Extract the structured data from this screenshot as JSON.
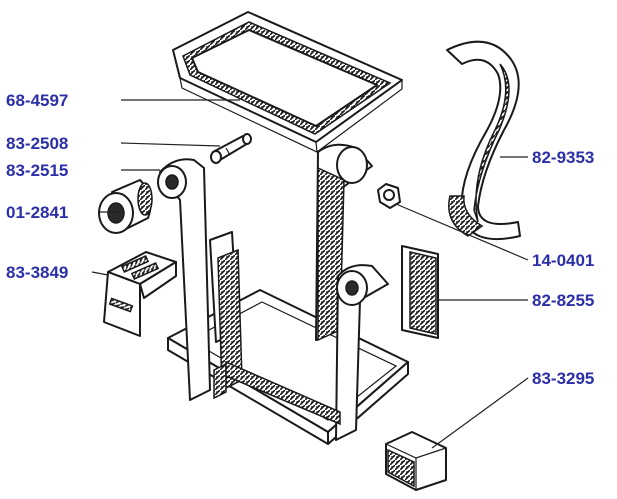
{
  "colors": {
    "label": "#2b2fa8",
    "line": "#1a1a1a",
    "background": "#ffffff"
  },
  "labels": {
    "p68_4597": "68-4597",
    "p83_2508": "83-2508",
    "p83_2515": "83-2515",
    "p01_2841": "01-2841",
    "p83_3849": "83-3849",
    "p82_9353": "82-9353",
    "p14_0401": "14-0401",
    "p82_8255": "82-8255",
    "p83_3295": "83-3295"
  }
}
